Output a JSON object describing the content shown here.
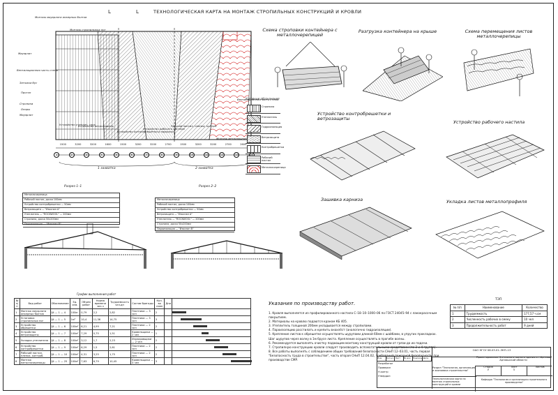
{
  "title": "ТЕХНОЛОГИЧЕСКАЯ КАРТА НА МОНТАЖ СТРОПИЛЬНЫХ КОНСТРУКЦИЙ И КРОВЛИ",
  "sections": {
    "l1": "L",
    "l2": "L",
    "razrez1": "Разрез 1–1",
    "razrez2": "Разрез 2–2",
    "zahvatka1": "1 захватка",
    "zahvatka2": "2 захватка"
  },
  "plan_labels": [
    "Монтаж мауэрлата анкерных болтов",
    "Монтаж стропильных ног",
    "Мауэрлат",
    "Вентиляционная часть стены",
    "Затяжка бус",
    "Прогон",
    "Стропила",
    "Опоры",
    "Мауэрлат",
    "Устройство утеплит. слоя",
    "Устройство ветрозащиты",
    "Устройство контробрешётки и пароизол.",
    "Устройство рабочего настила",
    "Рабочий настил, пленка, контрб.",
    "Монтаж металлочерепицы",
    "Вентиляционная часть стены"
  ],
  "dims": [
    "1500",
    "3200",
    "3200",
    "1600",
    "1500",
    "3200",
    "3200",
    "2700",
    "1500",
    "3200",
    "3200",
    "2700",
    "2600"
  ],
  "axes": [
    "1",
    "2",
    "3",
    "4",
    "5",
    "6",
    "7",
    "8",
    "9",
    "10",
    "11",
    "12",
    "13",
    "14"
  ],
  "schemes": {
    "s1": "Схема строповки контейнера с металлочерепицей",
    "s2": "Разгрузка контейнера на крыше",
    "s3": "Схема перемещения листов металлочерепицы",
    "s4": "Устройство контробрешетки и ветрозащиты",
    "s5": "Устройство рабочего настила",
    "s6": "Зашивка карниза",
    "s7": "Укладка листов металлопрофиля"
  },
  "legend": {
    "title": "Условные обозначения",
    "items": [
      "Стропила",
      "Утеплитель",
      "Гидроизоляция",
      "Ветрозащита",
      "Контробрешетка",
      "Рабочий настил",
      "Металлочерепица"
    ]
  },
  "layers1": [
    "Металлочерепица",
    "Рабочий настил, доска 100мм",
    "Устройство контробрешетки — 50мм",
    "Ветрозащита — \"Изоспан А\"",
    "Утеплитель — \"ROCKWOOL\" — 200мм",
    "Стропила, доска 50х200мм",
    "Пароизоляция — \"Изоспан В\""
  ],
  "layers2": [
    "Металлочерепица",
    "Рабочий настил, доска 100мм",
    "Устройство контробрешетки — 50мм",
    "Ветрозащита — \"Изоспан А\"",
    "Утеплитель — \"ROCKWOOL\" — 200мм",
    "Стропила, доска 50х200мм",
    "Пароизоляция — \"Изоспан В\""
  ],
  "works": {
    "caption": "График выполнения работ",
    "headers": [
      "№ п/п",
      "Вид работ",
      "Обоснование",
      "Ед. изм.",
      "Объем работ",
      "Норма времени чел-ч",
      "Трудоемкость чел-дн",
      "Состав бригады",
      "Кол-во смен",
      "Дни"
    ],
    "rows": [
      [
        "1",
        "Монтаж мауэрлата анкерных болтов",
        "§4 — 1 — 4",
        "100м",
        "0,79",
        "2,2",
        "2,82",
        "Плотники — 3 чел",
        "2"
      ],
      [
        "2",
        "Установка стропильных ног",
        "§4 — 1 — 5",
        "1м³",
        "10,4",
        "11,36",
        "14,75",
        "Плотники — 3 чел",
        "3"
      ],
      [
        "3",
        "Устройство обрешетки",
        "§4 — 1 — 6",
        "100м²",
        "6,21",
        "4,99",
        "7,21",
        "Плотники — 2 чел",
        "2"
      ],
      [
        "4",
        "Устройство ветрозащиты",
        "§4 — 1 — 7",
        "100м²",
        "7,29",
        "0,75",
        "1,51",
        "Кровельщики — 2 чел",
        "1"
      ],
      [
        "5",
        "Укладка утеплителя",
        "§4 — 1 — 8",
        "100м²",
        "3,12",
        "1,7",
        "2,23",
        "Изолировщики — 2 чел",
        "2"
      ],
      [
        "6",
        "Устройство контробрешетки",
        "§4 — 1 — 9",
        "100м²",
        "6,29",
        "1,5",
        "2,61",
        "Плотники — 2 чел",
        "2"
      ],
      [
        "7",
        "Рабочий настил, пленка, контроб.",
        "§4 — 1 — 10",
        "100м²",
        "4,31",
        "3,25",
        "1,75",
        "Плотники — 2 чел",
        "2"
      ],
      [
        "8",
        "Монтаж металлочерепицы",
        "§4 — 1 — 25",
        "100м²",
        "7,63",
        "6,79",
        "10,45",
        "Кровельщики — 3 чел",
        "3"
      ]
    ]
  },
  "notes": {
    "title": "Указания по производству работ.",
    "items": [
      "1. Кровля выполняется из профилированного настила С–18–10–1000–06 по ГОСТ 24045–94 с лакокрасочным покрытием.",
      "2. Материалы на кровлю подаются краном КБ 405.",
      "3. Утеплитель толщиной 200мм укладывается между стропилами.",
      "4. Пароизоляцию расстилать и крепить внахлёст (аналогично гидроизоляции).",
      "5. Крепление листов к обрешетке осуществлять шурупами длиной 60мм с шайбами, в упругих прокладках. Шаг шурупов через волну в 1м брусе листа. Крепление осуществлять в прогибе волны.",
      "6. Рекомендуется выполнять очистку подающим монтажу конструкций кровли от грязи до их подачи.",
      "7. Стропилную конструкцию кровли следует производить вспомогательными средствами (по 2 и 4 группа).",
      "8. Все работы выполнять с соблюдением общих требований безопасности СНиП 12–03.01, часть первая \"Безопасность труда в строительстве\", часть вторая СНиП 12.04.02, требований пожарной безопасности при производстве СМР."
    ]
  },
  "tep": {
    "title": "ТЭП",
    "headers": [
      "№ п/п",
      "Наименование",
      "Количество"
    ],
    "rows": [
      [
        "1",
        "Трудоемкость",
        "177,57 ч.см"
      ],
      [
        "2",
        "Численность рабочих в смену",
        "10 чел"
      ],
      [
        "3",
        "Продолжительность работ",
        "9 дней"
      ]
    ]
  },
  "stamp": {
    "code": "ОАО НГСУ 08.03.01–3КП–13",
    "object": "Проектирование 4-этажного жилого здания в г.Аргаяш Аргаяшской области",
    "sheet_name": "Раздел \"Технология, организация и экономика строительства\"",
    "doc": "Технологическая карта на монтаж стропильных конструкций и кровли",
    "org": "Кафедра \"Технология и организация строительного производства\"",
    "stage": "У",
    "sheet": "5",
    "sheets": "",
    "cols": [
      "Изм.",
      "Кол.уч",
      "Лист",
      "№ док",
      "Подпись",
      "Дата"
    ],
    "roles": [
      "Разработал",
      "Проверил",
      "Н.контр",
      "Утвердил"
    ],
    "labels": [
      "Стадия",
      "Лист",
      "Листов"
    ]
  }
}
